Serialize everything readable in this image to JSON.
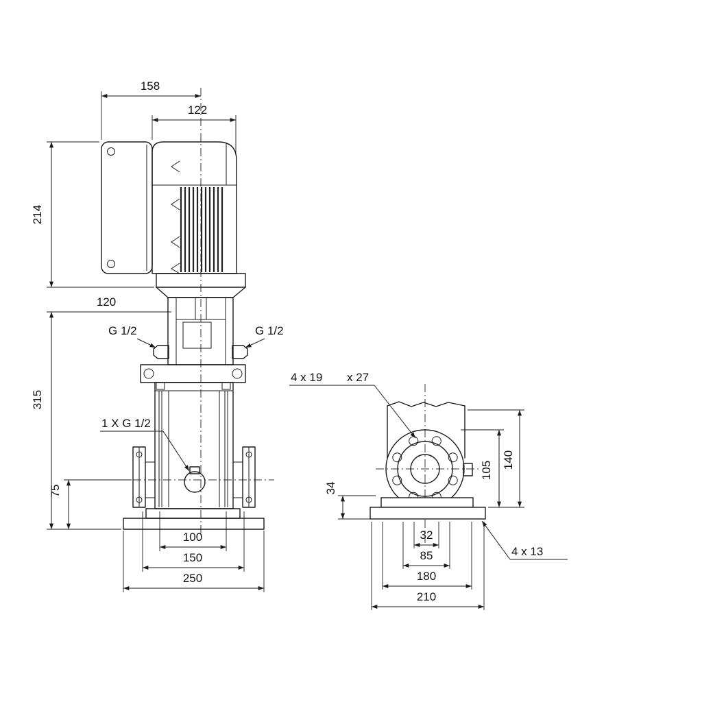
{
  "colors": {
    "ink": "#1a1a1a",
    "background": "#ffffff"
  },
  "front": {
    "dims": {
      "box_to_center": "158",
      "motor_width": "122",
      "motor_height": "214",
      "head_offset": "120",
      "pump_height": "315",
      "port_height": "75",
      "plug_left": "G 1/2",
      "plug_right": "G 1/2",
      "drain_port": "1 X G 1/2",
      "flange_face": "100",
      "flange_outer": "150",
      "base_width": "250"
    }
  },
  "end": {
    "dims": {
      "slot_a": "4 x 19",
      "slot_b": "x 27",
      "foot_height": "34",
      "flange_top_height": "105",
      "body_height": "140",
      "slot_spacing": "32",
      "foot_inner": "85",
      "foot_outer": "180",
      "base_depth": "210",
      "foot_holes": "4  x  13"
    }
  }
}
